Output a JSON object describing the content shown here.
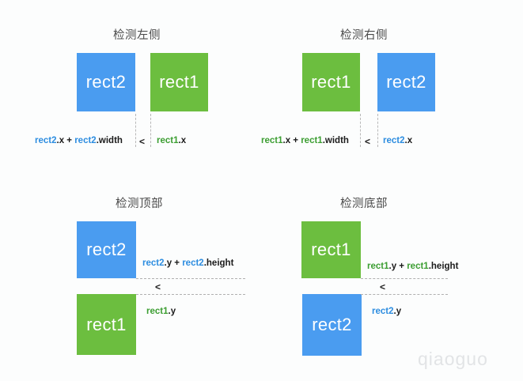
{
  "page": {
    "background": "#fcfdfd",
    "watermark": "qiaoguo"
  },
  "colors": {
    "blue": "#4a9cf0",
    "green": "#6cbe3f",
    "blue_text": "#2d8de0",
    "green_text": "#3c9e32",
    "dark_text": "#1b1b1b",
    "title_text": "#4a4a4a",
    "dash_line": "#b8b8b8",
    "watermark": "#e2e4e6"
  },
  "quadrants": [
    {
      "id": "detect-left",
      "title": "检测左侧",
      "rect_a": {
        "label": "rect2",
        "color": "blue"
      },
      "rect_b": {
        "label": "rect1",
        "color": "green"
      },
      "formula": {
        "left_expr_p1": "rect2",
        "left_expr_s1": ".x + ",
        "left_expr_p2": "rect2",
        "left_expr_s2": ".width",
        "operator": "<",
        "right_expr_p1": "rect1",
        "right_expr_s1": ".x",
        "left_color": "blue",
        "right_color": "green"
      }
    },
    {
      "id": "detect-right",
      "title": "检测右侧",
      "rect_a": {
        "label": "rect1",
        "color": "green"
      },
      "rect_b": {
        "label": "rect2",
        "color": "blue"
      },
      "formula": {
        "left_expr_p1": "rect1",
        "left_expr_s1": ".x + ",
        "left_expr_p2": "rect1",
        "left_expr_s2": ".width",
        "operator": "<",
        "right_expr_p1": "rect2",
        "right_expr_s1": ".x",
        "left_color": "green",
        "right_color": "blue"
      }
    },
    {
      "id": "detect-top",
      "title": "检测顶部",
      "rect_a": {
        "label": "rect2",
        "color": "blue"
      },
      "rect_b": {
        "label": "rect1",
        "color": "green"
      },
      "formula": {
        "left_expr_p1": "rect2",
        "left_expr_s1": ".y + ",
        "left_expr_p2": "rect2",
        "left_expr_s2": ".height",
        "operator": "<",
        "right_expr_p1": "rect1",
        "right_expr_s1": ".y",
        "left_color": "blue",
        "right_color": "green"
      }
    },
    {
      "id": "detect-bottom",
      "title": "检测底部",
      "rect_a": {
        "label": "rect1",
        "color": "green"
      },
      "rect_b": {
        "label": "rect2",
        "color": "blue"
      },
      "formula": {
        "left_expr_p1": "rect1",
        "left_expr_s1": ".y + ",
        "left_expr_p2": "rect1",
        "left_expr_s2": ".height",
        "operator": "<",
        "right_expr_p1": "rect2",
        "right_expr_s1": ".y",
        "left_color": "green",
        "right_color": "blue"
      }
    }
  ]
}
